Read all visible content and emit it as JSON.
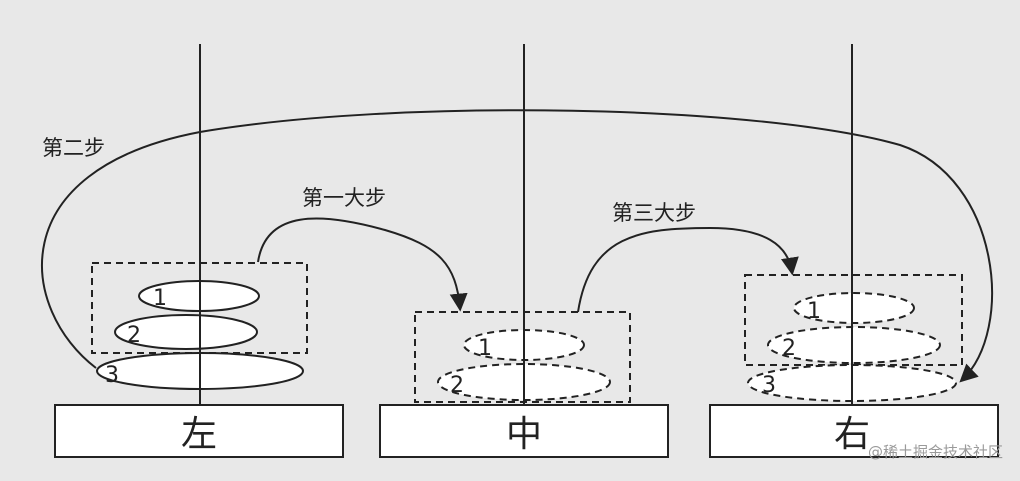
{
  "bases": {
    "left": "左",
    "middle": "中",
    "right": "右"
  },
  "steps": {
    "step1": "第一大步",
    "step2": "第二步",
    "step3": "第三大步"
  },
  "disks": {
    "left": [
      "1",
      "2",
      "3"
    ],
    "middle": [
      "1",
      "2"
    ],
    "right": [
      "1",
      "2",
      "3"
    ]
  },
  "watermark": "@稀土掘金技术社区",
  "colors": {
    "background": "#e8e8e8",
    "stroke": "#222222",
    "fill": "#ffffff"
  }
}
